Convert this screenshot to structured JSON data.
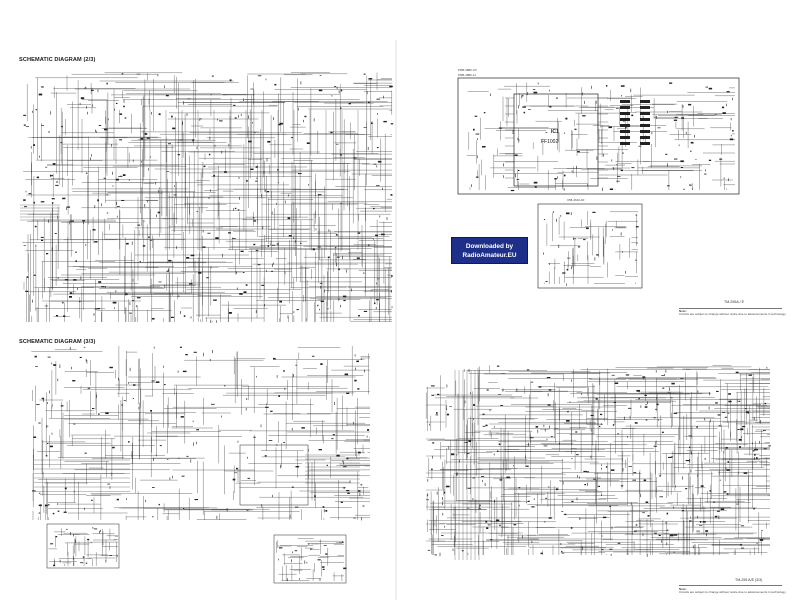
{
  "page": {
    "title_2": "SCHEMATIC DIAGRAM (2/3)",
    "title_3": "SCHEMATIC DIAGRAM (3/3)"
  },
  "watermark": {
    "line1": "Downloaded by",
    "line2": "RadioAmateur.EU"
  },
  "panel_top_right": {
    "unit_label_1": "PRB-4880-XX",
    "unit_label_2": "PRB-4880-11",
    "ic_label": "IC1",
    "ic_part": "FF1002",
    "sub_unit_label": "X58-4610-00",
    "caption": "TM-255A / E",
    "note_heading": "Note:",
    "note_text": "Circuits are subject to change without notice due to advancements in technology."
  },
  "panel_bottom_right": {
    "caption": "TM-255 A/E  (3/3)",
    "note_heading": "Note:",
    "note_text": "Circuits are subject to change without notice due to advancements in technology."
  }
}
